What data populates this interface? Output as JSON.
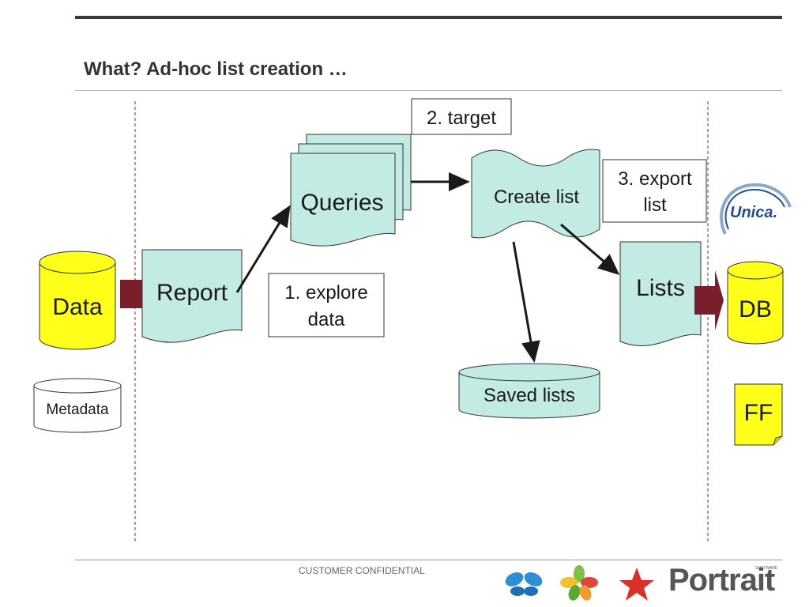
{
  "slide": {
    "title": "What? Ad-hoc list creation …",
    "footer": "CUSTOMER CONFIDENTIAL"
  },
  "diagram": {
    "data_store": "Data",
    "metadata_store": "Metadata",
    "report": "Report",
    "queries": "Queries",
    "create_list": "Create list",
    "saved_lists": "Saved lists",
    "lists": "Lists",
    "db": "DB",
    "ff": "FF",
    "step1_line1": "1. explore",
    "step1_line2": "data",
    "step2": "2. target",
    "step3_line1": "3. export",
    "step3_line2": "list"
  },
  "logos": {
    "unica": "Unica.",
    "portrait": "Portrait",
    "portrait_small": "SOFTWARE",
    "unica_icon": "unica-swoosh-icon",
    "portrait_icons": [
      "blue-flower-icon",
      "green-flower-icon",
      "red-star-icon"
    ]
  },
  "colors": {
    "doc_fill": "#c2ebe3",
    "yellow": "#ffff1a",
    "arrow_dark": "#7a1e2c",
    "line": "#1a1a1a"
  }
}
